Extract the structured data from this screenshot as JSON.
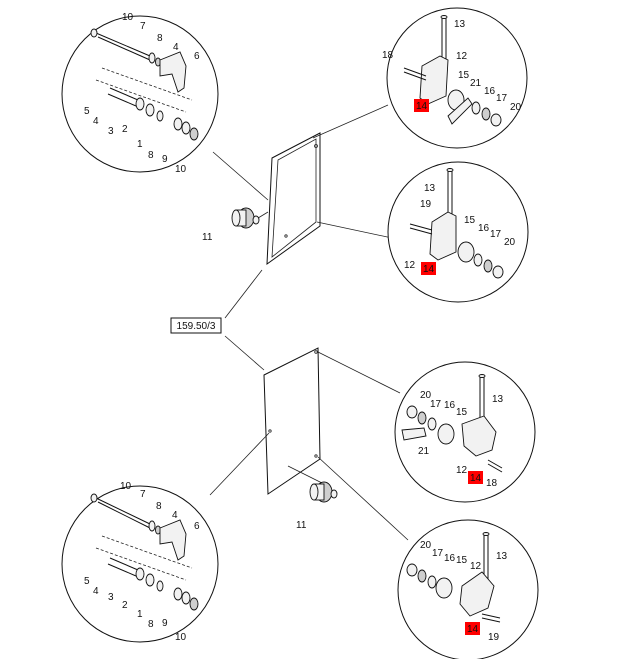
{
  "highlight_color": "#ff0000",
  "reference": "159.50/3",
  "labels": {
    "n1": "1",
    "n2": "2",
    "n3": "3",
    "n4": "4",
    "n5": "5",
    "n6": "6",
    "n7": "7",
    "n8": "8",
    "n9": "9",
    "n10": "10",
    "n11": "11",
    "n12": "12",
    "n13": "13",
    "n14": "14",
    "n15": "15",
    "n16": "16",
    "n17": "17",
    "n18": "18",
    "n19": "19",
    "n20": "20",
    "n21": "21"
  }
}
